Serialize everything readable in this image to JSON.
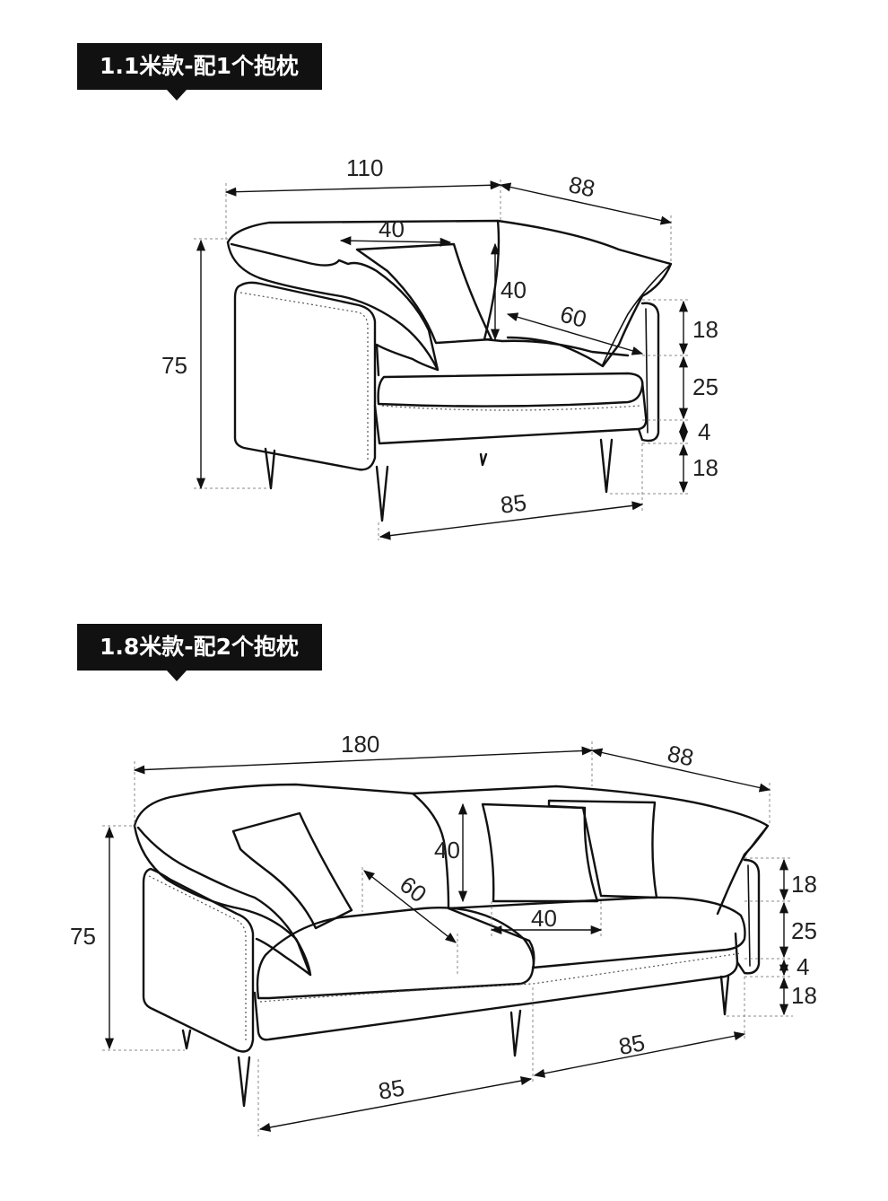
{
  "sections": [
    {
      "title": "1.1米款-配1个抱枕",
      "dims": {
        "width": "110",
        "depth": "88",
        "height": "75",
        "pillow_w": "40",
        "pillow_h": "40",
        "seat_depth": "60",
        "arm_h": "18",
        "back_h": "25",
        "cushion_gap": "4",
        "leg_h": "18",
        "seat_w": "85"
      }
    },
    {
      "title": "1.8米款-配2个抱枕",
      "dims": {
        "width": "180",
        "depth": "88",
        "height": "75",
        "pillow_h": "40",
        "pillow_w": "40",
        "seat_depth": "60",
        "arm_h": "18",
        "back_h": "25",
        "cushion_gap": "4",
        "leg_h": "18",
        "seat_w_left": "85",
        "seat_w_right": "85"
      }
    }
  ],
  "colors": {
    "tag_bg": "#111111",
    "tag_text": "#ffffff",
    "line": "#111111"
  }
}
